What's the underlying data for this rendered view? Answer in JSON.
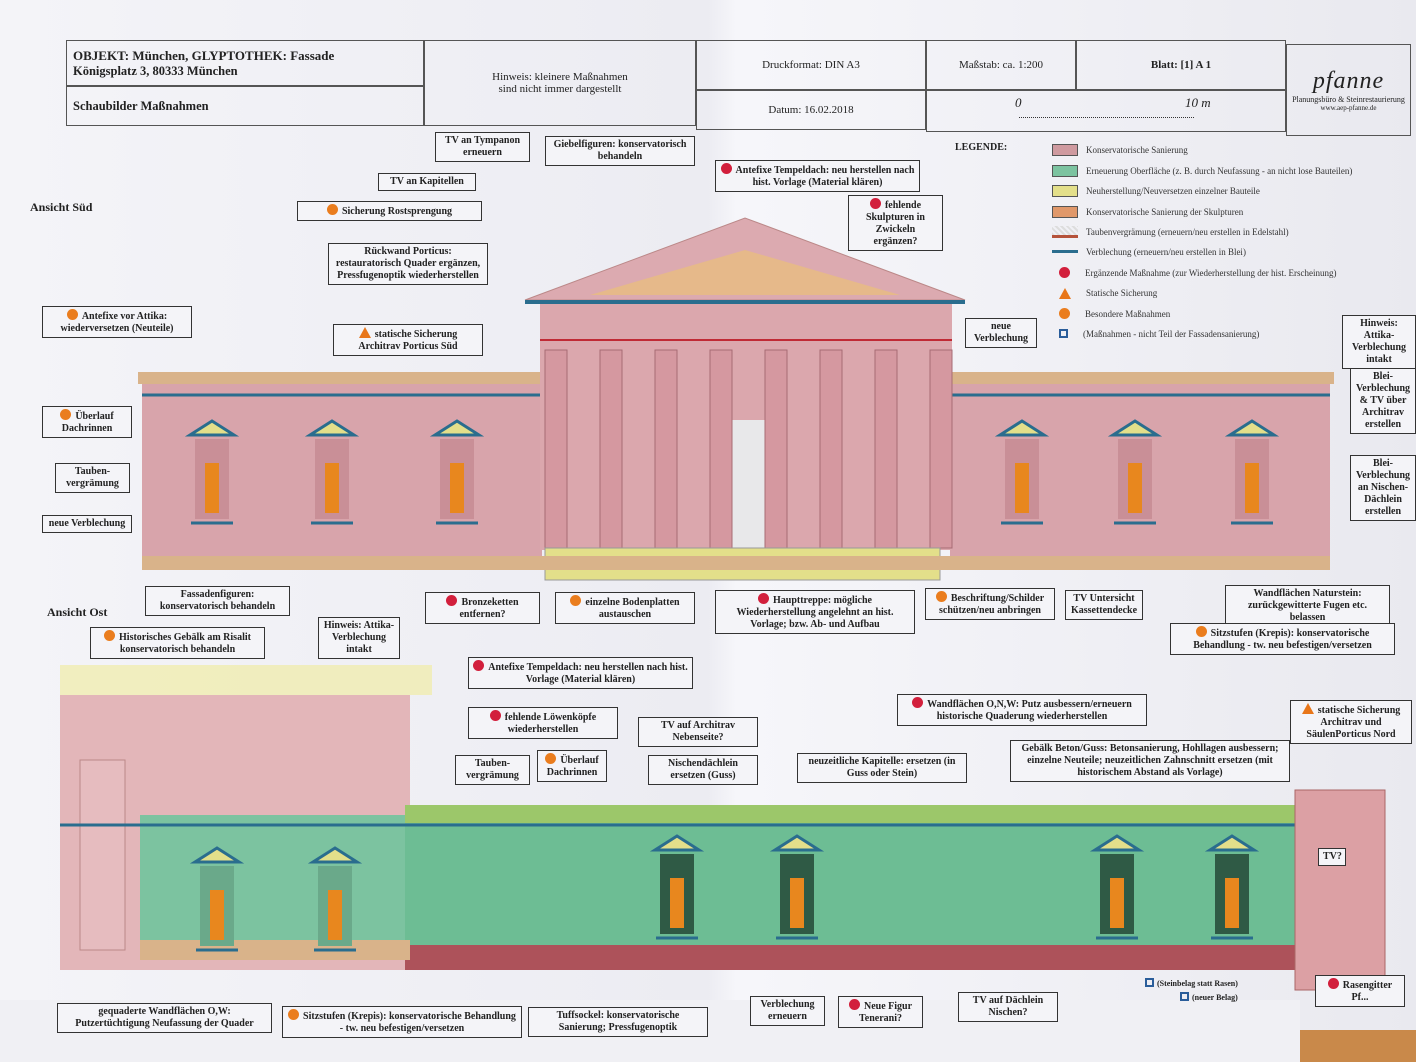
{
  "title_block": {
    "object": "OBJEKT: München, GLYPTOTHEK: Fassade",
    "address": "Königsplatz 3, 80333 München",
    "subtitle": "Schaubilder Maßnahmen",
    "note": "Hinweis: kleinere Maßnahmen sind nicht immer dargestellt",
    "print_format": "Druckformat: DIN A3",
    "date": "Datum: 16.02.2018",
    "scale": "Maßstab: ca. 1:200",
    "scale_start": "0",
    "scale_end": "10 m",
    "sheet": "Blatt: [1] A 1",
    "logo": "pfanne",
    "logo_sub": "Planungsbüro & Steinrestaurierung",
    "logo_url": "www.aep-pfanne.de"
  },
  "legend": {
    "title": "LEGENDE:",
    "items": [
      {
        "label": "Konservatorische Sanierung",
        "color": "#cf9a9f",
        "icon": "swatch"
      },
      {
        "label": "Erneuerung Oberfläche (z. B. durch Neufassung - an nicht lose Bauteilen)",
        "color": "#7cc3a0",
        "icon": "swatch"
      },
      {
        "label": "Neuherstellung/Neuversetzen einzelner Bauteile",
        "color": "#e3df8a",
        "icon": "swatch"
      },
      {
        "label": "Konservatorische Sanierung der Skulpturen",
        "color": "#e0986a",
        "icon": "swatch"
      },
      {
        "label": "Taubenvergrämung (erneuern/neu erstellen in Edelstahl)",
        "color": "#b5523a",
        "icon": "hatch"
      },
      {
        "label": "Verblechung (erneuern/neu erstellen in Blei)",
        "color": "#2a6d8e",
        "icon": "line"
      },
      {
        "label": "Ergänzende Maßnahme (zur Wiederherstellung der hist. Erscheinung)",
        "color": "#d21f3c",
        "icon": "red-dot"
      },
      {
        "label": "Statische Sicherung",
        "color": "#e8761a",
        "icon": "triangle"
      },
      {
        "label": "Besondere Maßnahmen",
        "color": "#ea7d1e",
        "icon": "orange-dot"
      },
      {
        "label": "(Maßnahmen - nicht Teil der Fassadensanierung)",
        "color": "#2a5d9a",
        "icon": "square"
      }
    ]
  },
  "sections": {
    "south": "Ansicht Süd",
    "east": "Ansicht Ost"
  },
  "labels": [
    "TV an Tympanon erneuern",
    "Giebelfiguren: konservatorisch behandeln",
    "Antefixe Tempeldach: neu herstellen nach hist. Vorlage (Material klären)",
    "TV an Kapitellen",
    "Sicherung Rostsprengung",
    "fehlende Skulpturen in Zwickeln ergänzen?",
    "Rückwand Porticus: restauratorisch Quader ergänzen, Pressfugenoptik wiederherstellen",
    "Antefixe vor Attika: wiederversetzen (Neuteile)",
    "statische Sicherung Architrav Porticus Süd",
    "neue Verblechung",
    "Hinweis: Attika-Verblechung intakt",
    "Blei-Verblechung & TV über Architrav erstellen",
    "Blei-Verblechung an Nischen-Dächlein erstellen",
    "Überlauf Dachrinnen",
    "Tauben-vergrämung",
    "neue Verblechung",
    "Fassadenfiguren: konservatorisch behandeln",
    "Bronzeketten entfernen?",
    "einzelne Bodenplatten austauschen",
    "Haupttreppe: mögliche Wiederherstellung angelehnt an hist. Vorlage; bzw. Ab- und Aufbau",
    "Beschriftung/Schilder schützen/neu anbringen",
    "TV Untersicht Kassettendecke",
    "Wandflächen Naturstein: zurückgewitterte Fugen etc. belassen",
    "Sitzstufen (Krepis): konservatorische Behandlung - tw. neu befestigen/versetzen",
    "Historisches Gebälk am Risalit konservatorisch behandeln",
    "Hinweis: Attika-Verblechung intakt",
    "Antefixe Tempeldach: neu herstellen nach hist. Vorlage (Material klären)",
    "fehlende Löwenköpfe wiederherstellen",
    "Tauben-vergrämung",
    "Überlauf Dachrinnen",
    "TV auf Architrav Nebenseite?",
    "Nischendächlein ersetzen (Guss)",
    "neuzeitliche Kapitelle: ersetzen (in Guss oder Stein)",
    "Wandflächen O,N,W: Putz ausbessern/erneuern historische Quaderung wiederherstellen",
    "Gebälk Beton/Guss: Betonsanierung, Hohllagen ausbessern; einzelne Neuteile; neuzeitlichen Zahnschnitt ersetzen (mit historischem Abstand als Vorlage)",
    "statische Sicherung Architrav und SäulenPorticus Nord",
    "TV?",
    "gequaderte Wandflächen O,W: Putzertüchtigung Neufassung der Quader",
    "Sitzstufen (Krepis): konservatorische Behandlung - tw. neu befestigen/versetzen",
    "Tuffsockel: konservatorische Sanierung; Pressfugenoptik",
    "Verblechung erneuern",
    "Neue Figur Tenerani?",
    "TV auf Dächlein Nischen?",
    "(Steinbelag statt Rasen)",
    "(neuer Belag)",
    "Rasengitter Pf..."
  ]
}
